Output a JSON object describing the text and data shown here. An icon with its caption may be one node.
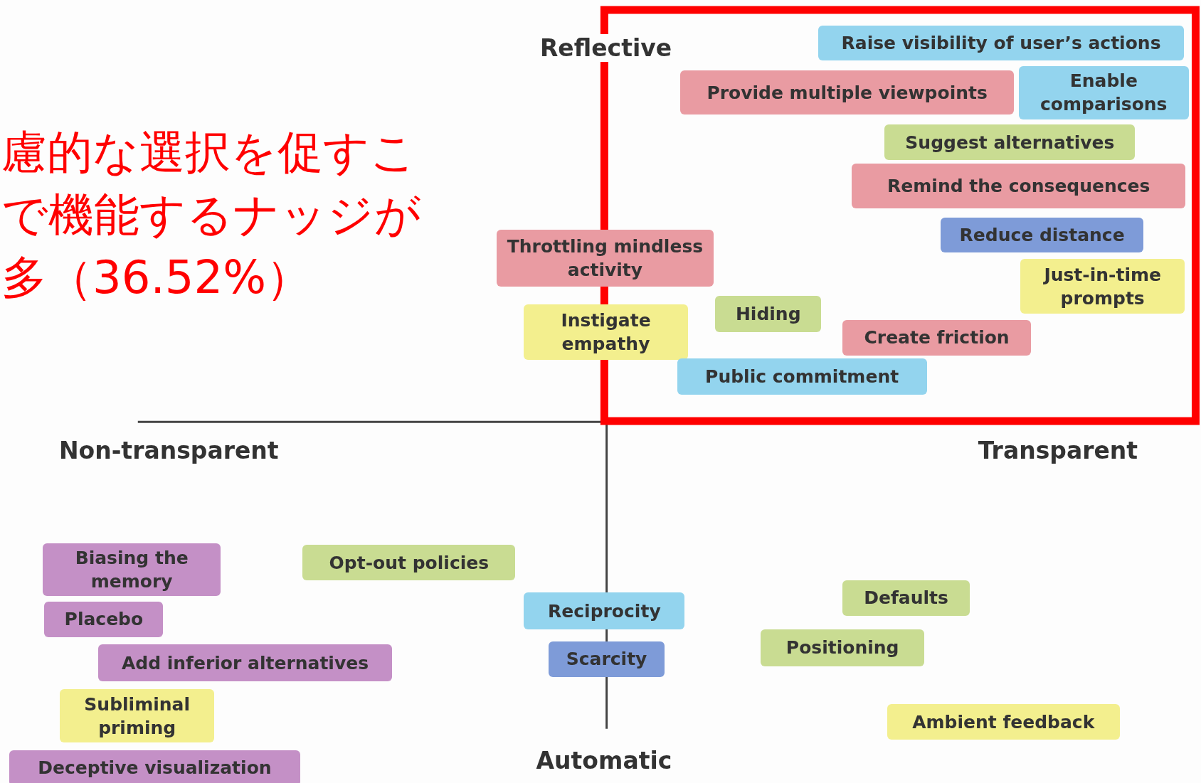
{
  "diagram": {
    "nodes": [
      {
        "text": [
          "Raise visibility of user’s actions"
        ]
      },
      {
        "text": [
          "Provide multiple viewpoints"
        ]
      },
      {
        "text": [
          "Enable comparisons"
        ]
      },
      {
        "text": [
          "Suggest alternatives"
        ]
      },
      {
        "text": [
          "Remind the consequences"
        ]
      },
      {
        "text": [
          "Reduce distance"
        ]
      },
      {
        "text": [
          "Throttling mindless activity"
        ]
      },
      {
        "text": [
          "Just-in-time prompts"
        ]
      },
      {
        "text": [
          "Hiding"
        ]
      },
      {
        "text": [
          "Instigate empathy"
        ]
      },
      {
        "text": [
          "Create friction"
        ]
      },
      {
        "text": [
          "Public commitment"
        ]
      },
      {
        "text": [
          "Biasing the memory"
        ]
      },
      {
        "text": [
          "Opt-out policies"
        ]
      },
      {
        "text": [
          "Reciprocity"
        ]
      },
      {
        "text": [
          "Defaults"
        ]
      },
      {
        "text": [
          "Placebo"
        ]
      },
      {
        "text": [
          "Positioning"
        ]
      },
      {
        "text": [
          "Add inferior alternatives"
        ]
      },
      {
        "text": [
          "Scarcity"
        ]
      },
      {
        "text": [
          "Subliminal priming"
        ]
      },
      {
        "text": [
          "Ambient feedback"
        ]
      },
      {
        "text": [
          "Deceptive visualization"
        ]
      }
    ],
    "labels": [
      "Reflective",
      "慮的な選択を促すこで機能するナッジが多（36.52%）",
      "Non-transparent",
      "Transparent",
      "Automatic"
    ]
  }
}
